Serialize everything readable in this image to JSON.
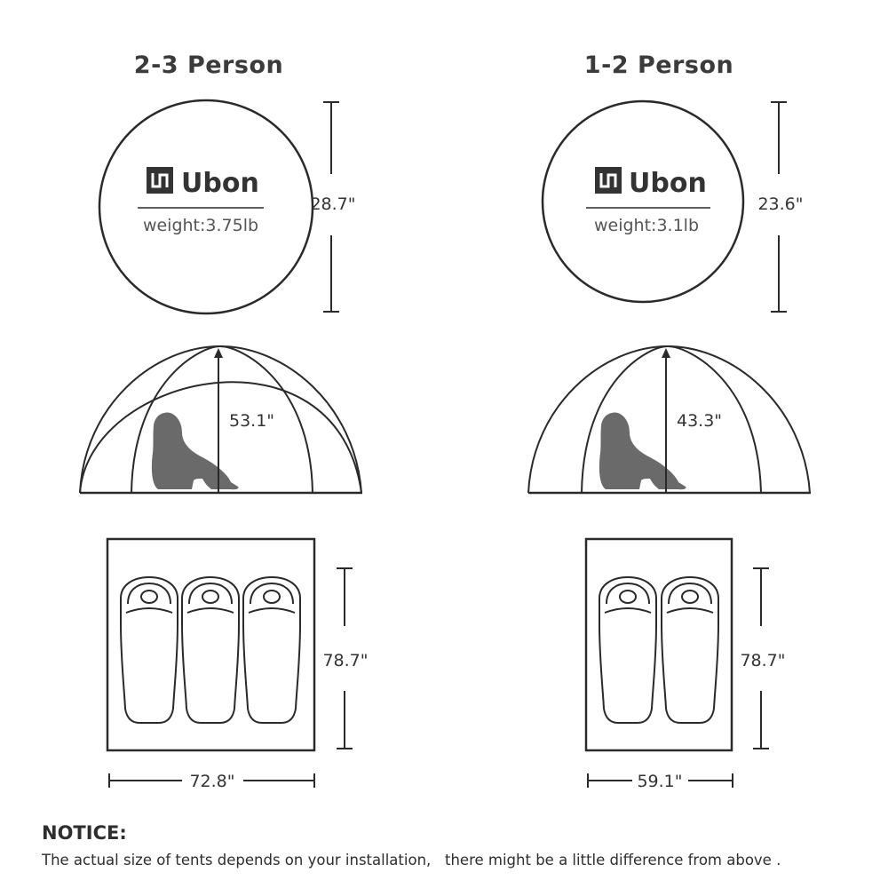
{
  "models": [
    {
      "title": "2-3 Person",
      "brand": "Ubon",
      "weight": "weight:3.75lb",
      "packed_length": "28.7\"",
      "height": "53.1\"",
      "floor_length": "78.7\"",
      "floor_width": "72.8\"",
      "sleeping_bags": 3
    },
    {
      "title": "1-2 Person",
      "brand": "Ubon",
      "weight": "weight:3.1lb",
      "packed_length": "23.6\"",
      "height": "43.3\"",
      "floor_length": "78.7\"",
      "floor_width": "59.1\"",
      "sleeping_bags": 2
    }
  ],
  "notice": {
    "title": "NOTICE:",
    "text": "The actual size of tents depends on your installation,   there might be a little difference from above ."
  },
  "colors": {
    "line": "#2a2a2a",
    "silhouette": "#6a6a6a",
    "text": "#333333"
  },
  "icons": [
    "ubon-logo-icon",
    "person-silhouette-icon",
    "sleeping-bag-icon"
  ]
}
